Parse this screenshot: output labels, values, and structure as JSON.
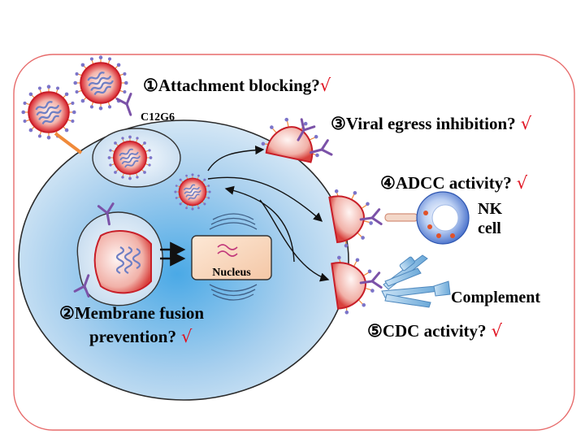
{
  "labels": {
    "step1": "①Attachment blocking?",
    "step2_line1": "②Membrane fusion",
    "step2_line2": "prevention?",
    "step3": "③Viral egress inhibition?",
    "step4": "④ADCC activity?",
    "step5": "⑤CDC activity?",
    "check": "√",
    "antibody": "C12G6",
    "nucleus": "Nucleus",
    "nk_line1": "NK",
    "nk_line2": "cell",
    "complement": "Complement"
  },
  "colors": {
    "frame": "#e76b6b",
    "cell_center": "#4aa9e6",
    "cell_edge": "#dbeaf6",
    "virus_red": "#d8202a",
    "virus_blue": "#6f7fc4",
    "antibody": "#7b52a8",
    "check": "#e0101e",
    "nk_blue": "#3d67c7",
    "complement_blue": "#6aa8d8"
  },
  "icons": {
    "virion": "virus-particle-icon",
    "antibody": "y-antibody-icon",
    "nk_cell": "nk-cell-icon",
    "complement": "complement-icon"
  }
}
